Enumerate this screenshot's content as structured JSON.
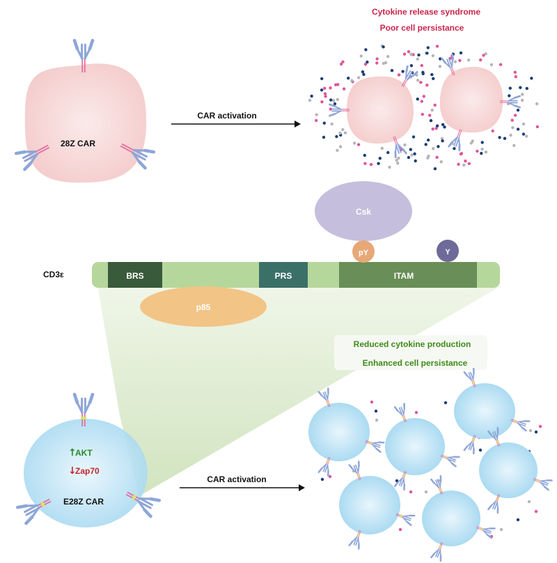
{
  "top": {
    "cell_label": "28Z CAR",
    "arrow_label": "CAR activation",
    "outcome_line1": "Cytokine release syndrome",
    "outcome_line2": "Poor cell persistance"
  },
  "middle": {
    "protein_label": "CD3ε",
    "domains": {
      "brs": "BRS",
      "prs": "PRS",
      "itam": "ITAM"
    },
    "binders": {
      "csk": "Csk",
      "py": "pY",
      "y": "Y",
      "p85": "p85"
    }
  },
  "bottom": {
    "cell_label": "E28Z CAR",
    "akt": "AKT",
    "zap70": "Zap70",
    "arrow_label": "CAR activation",
    "outcome_line1": "Reduced cytokine production",
    "outcome_line2": "Enhanced cell persistance"
  },
  "colors": {
    "cell_top": "#f8dcdc",
    "cell_bottom": "#bfe4f5",
    "antibody": "#8ea6d8",
    "stalk_top": "#e36f9e",
    "stalk_bottom_tip": "#d9e46a",
    "cytokine_pink": "#e0559a",
    "cytokine_navy": "#1c3e78",
    "cytokine_gray": "#b5b5b5",
    "bar": "#b6d79b",
    "brs": "#3a5a3c",
    "prs": "#3b7068",
    "itam": "#6a8e57",
    "csk": "#c6bedd",
    "py": "#e7a878",
    "y": "#6e6a99",
    "p85": "#f2c486",
    "text_red": "#c8264c",
    "text_green": "#3f8a1a",
    "akt_green": "#2a8a2a",
    "zap_red": "#c0272d"
  }
}
